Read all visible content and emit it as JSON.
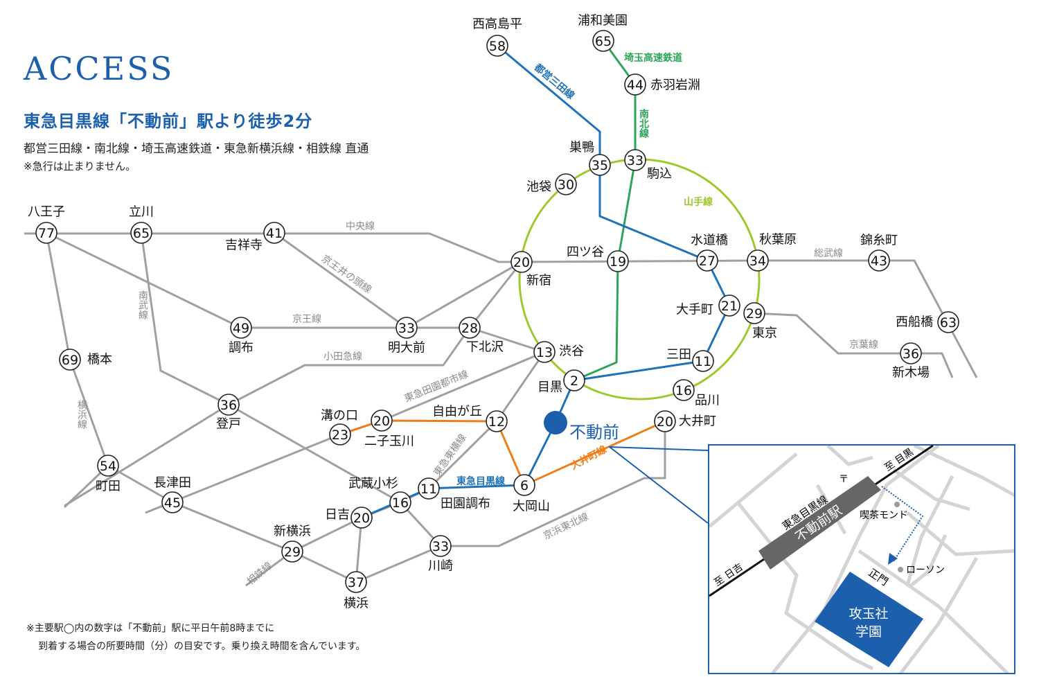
{
  "header": {
    "title": "ACCESS",
    "headline": "東急目黒線「不動前」駅より徒歩2分",
    "through_service": "都営三田線・南北線・埼玉高速鉄道・東急新横浜線・相鉄線 直通",
    "note": "※急行は止まりません。"
  },
  "footer": {
    "note_line1": "※主要駅◯内の数字は「不動前」駅に平日午前8時までに",
    "note_line2": "到着する場合の所要時間（分）の目安です。乗り換え時間を含んでいます。"
  },
  "colors": {
    "brand": "#1b5fad",
    "mita": "#1f72b8",
    "namboku": "#2ea55a",
    "yamanote": "#9dc92d",
    "oimachi": "#ee7d1a",
    "other": "#a0a0a0"
  },
  "home_station": {
    "name": "不動前"
  },
  "stations": [
    {
      "name": "西高島平",
      "minutes": "58"
    },
    {
      "name": "浦和美園",
      "minutes": "65"
    },
    {
      "name": "赤羽岩淵",
      "minutes": "44"
    },
    {
      "name": "巣鴨",
      "minutes": "35"
    },
    {
      "name": "駒込",
      "minutes": "33"
    },
    {
      "name": "池袋",
      "minutes": "30"
    },
    {
      "name": "八王子",
      "minutes": "77"
    },
    {
      "name": "立川",
      "minutes": "65"
    },
    {
      "name": "吉祥寺",
      "minutes": "41"
    },
    {
      "name": "四ツ谷",
      "minutes": "19"
    },
    {
      "name": "新宿",
      "minutes": "20"
    },
    {
      "name": "水道橋",
      "minutes": "27"
    },
    {
      "name": "秋葉原",
      "minutes": "34"
    },
    {
      "name": "錦糸町",
      "minutes": "43"
    },
    {
      "name": "大手町",
      "minutes": "21"
    },
    {
      "name": "東京",
      "minutes": "29"
    },
    {
      "name": "西船橋",
      "minutes": "63"
    },
    {
      "name": "調布",
      "minutes": "49"
    },
    {
      "name": "明大前",
      "minutes": "33"
    },
    {
      "name": "下北沢",
      "minutes": "28"
    },
    {
      "name": "渋谷",
      "minutes": "13"
    },
    {
      "name": "三田",
      "minutes": "11"
    },
    {
      "name": "新木場",
      "minutes": "36"
    },
    {
      "name": "橋本",
      "minutes": "69"
    },
    {
      "name": "目黒",
      "minutes": "2"
    },
    {
      "name": "品川",
      "minutes": "16"
    },
    {
      "name": "登戸",
      "minutes": "36"
    },
    {
      "name": "溝の口",
      "minutes": "23"
    },
    {
      "name": "二子玉川",
      "minutes": "20"
    },
    {
      "name": "自由が丘",
      "minutes": "12"
    },
    {
      "name": "大井町",
      "minutes": "20"
    },
    {
      "name": "町田",
      "minutes": "54"
    },
    {
      "name": "長津田",
      "minutes": "45"
    },
    {
      "name": "武蔵小杉",
      "minutes": "16"
    },
    {
      "name": "田園調布",
      "minutes": "11"
    },
    {
      "name": "大岡山",
      "minutes": "6"
    },
    {
      "name": "日吉",
      "minutes": "20"
    },
    {
      "name": "新横浜",
      "minutes": "29"
    },
    {
      "name": "川崎",
      "minutes": "33"
    },
    {
      "name": "横浜",
      "minutes": "37"
    }
  ],
  "line_labels": [
    {
      "name": "都営三田線"
    },
    {
      "name": "埼玉高速鉄道"
    },
    {
      "name": "南北線"
    },
    {
      "name": "山手線"
    },
    {
      "name": "中央線"
    },
    {
      "name": "京王井の頭線"
    },
    {
      "name": "京王線"
    },
    {
      "name": "小田急線"
    },
    {
      "name": "南武線"
    },
    {
      "name": "横浜線"
    },
    {
      "name": "総武線"
    },
    {
      "name": "京葉線"
    },
    {
      "name": "東急田園都市線"
    },
    {
      "name": "東急東横線"
    },
    {
      "name": "東急目黒線"
    },
    {
      "name": "大井町線"
    },
    {
      "name": "京浜東北線"
    },
    {
      "name": "相鉄線"
    }
  ],
  "inset": {
    "line_name": "東急目黒線",
    "station": "不動前駅",
    "to_meguro": "至 目黒",
    "to_hiyoshi": "至 日吉",
    "cafe": "喫茶モンド",
    "store": "ローソン",
    "gate": "正門",
    "school": "攻玉社",
    "school2": "学園",
    "post_office": "〒"
  }
}
